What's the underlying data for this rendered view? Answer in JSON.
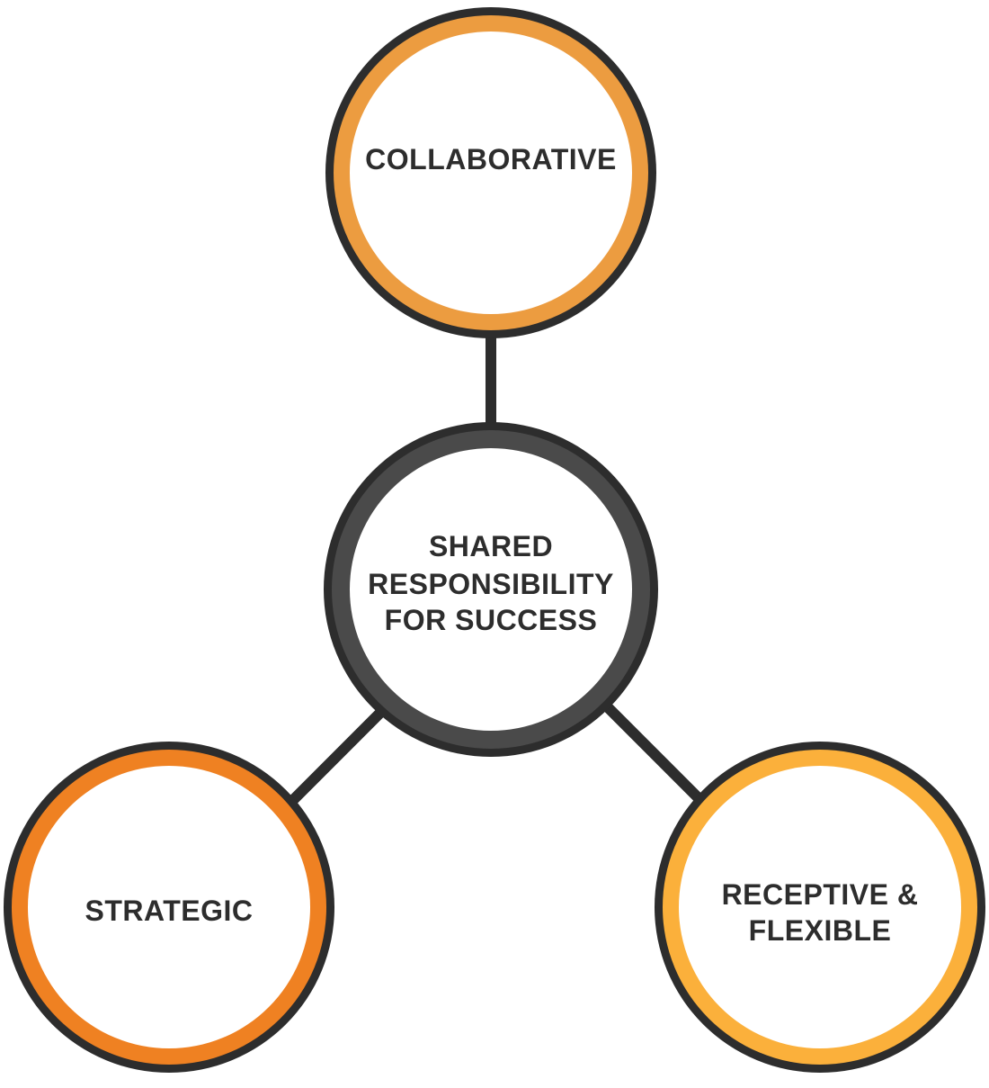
{
  "colors": {
    "outline": "#2d2d2d",
    "center_ring": "#4a4a4a",
    "collaborative_ring": "#ec9c40",
    "strategic_ring": "#ef8122",
    "receptive_ring": "#fbb03b"
  },
  "nodes": {
    "center": {
      "lines": [
        "SHARED",
        "RESPONSIBILITY",
        "FOR SUCCESS"
      ]
    },
    "top": {
      "lines": [
        "COLLABORATIVE"
      ]
    },
    "left": {
      "lines": [
        "STRATEGIC"
      ]
    },
    "right": {
      "lines": [
        "RECEPTIVE &",
        "FLEXIBLE"
      ]
    }
  }
}
